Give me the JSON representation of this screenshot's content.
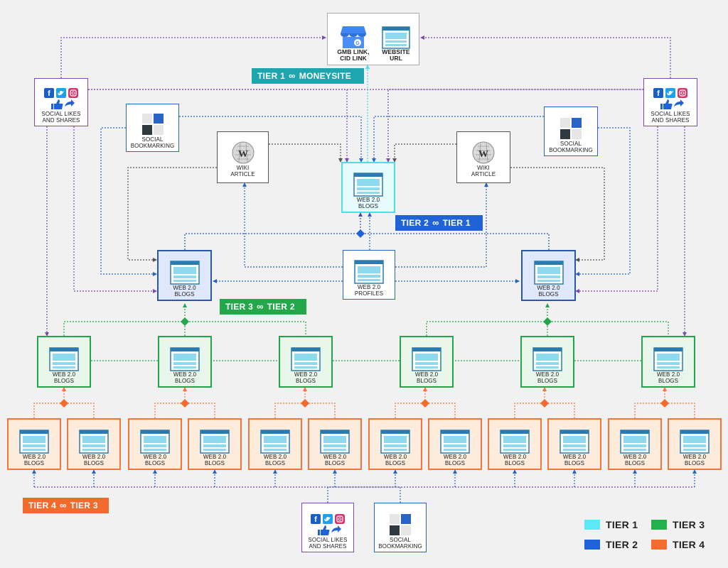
{
  "nodes": {
    "money_gmb": "GMB LINK,\nCID LINK",
    "money_url": "WEBSITE\nURL",
    "social_likes": "SOCIAL LIKES\nAND SHARES",
    "social_bookmarking": "SOCIAL\nBOOKMARKING",
    "wiki_article": "WIKI\nARTICLE",
    "web20_blogs": "WEB 2.0\nBLOGS",
    "web20_profiles": "WEB 2.0\nPROFILES"
  },
  "tags": {
    "tier1": {
      "left": "TIER 1",
      "right": "MONEYSITE"
    },
    "tier2": {
      "left": "TIER 2",
      "right": "TIER 1"
    },
    "tier3": {
      "left": "TIER 3",
      "right": "TIER 2"
    },
    "tier4": {
      "left": "TIER 4",
      "right": "TIER 3"
    },
    "link_icon": "link-icon"
  },
  "legend": [
    {
      "label": "TIER 1",
      "color": "#5ce8f5"
    },
    {
      "label": "TIER 3",
      "color": "#23b14d"
    },
    {
      "label": "TIER 2",
      "color": "#1f63d6"
    },
    {
      "label": "TIER 4",
      "color": "#f36d31"
    }
  ],
  "colors": {
    "tier1": "#4fdbe8",
    "tier2": "#2c58a8",
    "tier3": "#23a64b",
    "tier4": "#f0763b",
    "tag_tier1": "#1fa5ad",
    "tag_tier2": "#1f63d6",
    "tag_tier3": "#22a84b",
    "tag_tier4": "#f26a2c",
    "link_purple": "#7a4bb0",
    "link_blue": "#2a63c6",
    "link_gray": "#555555"
  },
  "icons": {
    "facebook": "facebook-icon",
    "twitter": "twitter-icon",
    "instagram": "instagram-icon",
    "like": "thumbs-up-icon",
    "share": "share-icon",
    "wiki": "wikipedia-icon",
    "bookmark": "social-bookmark-icon",
    "web": "web-page-icon",
    "gmb": "google-my-business-icon"
  }
}
